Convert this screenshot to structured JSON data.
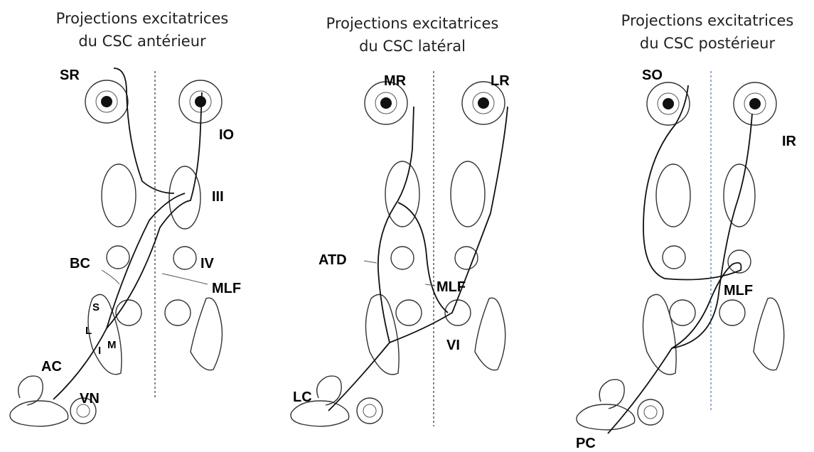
{
  "panels": [
    {
      "id": "anterior",
      "title_line1": "Projections excitatrices",
      "title_line2": "du CSC antérieur",
      "labels": {
        "sr": "SR",
        "io": "IO",
        "iii": "III",
        "bc": "BC",
        "iv": "IV",
        "mlf": "MLF",
        "s": "S",
        "l": "L",
        "i": "I",
        "m": "M",
        "ac": "AC",
        "vn": "VN"
      }
    },
    {
      "id": "lateral",
      "title_line1": "Projections excitatrices",
      "title_line2": "du CSC latéral",
      "labels": {
        "mr": "MR",
        "lr": "LR",
        "atd": "ATD",
        "mlf": "MLF",
        "vi": "VI",
        "lc": "LC"
      }
    },
    {
      "id": "posterior",
      "title_line1": "Projections excitatrices",
      "title_line2": "du CSC postérieur",
      "labels": {
        "so": "SO",
        "ir": "IR",
        "mlf": "MLF",
        "pc": "PC"
      }
    }
  ],
  "colors": {
    "ink": "#111111",
    "midline_blue": "#4a6fc4"
  }
}
